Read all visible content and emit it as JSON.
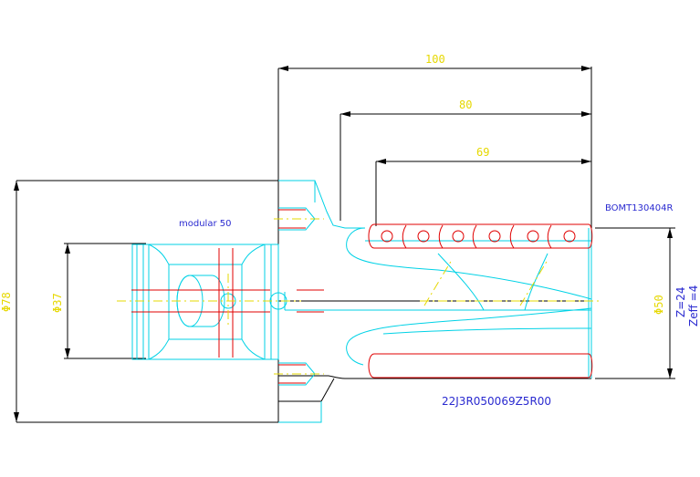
{
  "dimensions": {
    "length_100": "100",
    "length_80": "80",
    "length_69": "69",
    "dia_78": "Φ78",
    "dia_37": "Φ37",
    "dia_50": "Φ50"
  },
  "labels": {
    "modular": "modular 50",
    "insert": "BOMT130404R",
    "teeth": "Z=24",
    "effective": "Zeff =4",
    "part_number": "22J3R050069Z5R00"
  },
  "colors": {
    "outline": "#000000",
    "body": "#00d2e6",
    "insert": "#e00000",
    "dimension_text": "#e6d800",
    "annotation": "#2a2ad0"
  }
}
